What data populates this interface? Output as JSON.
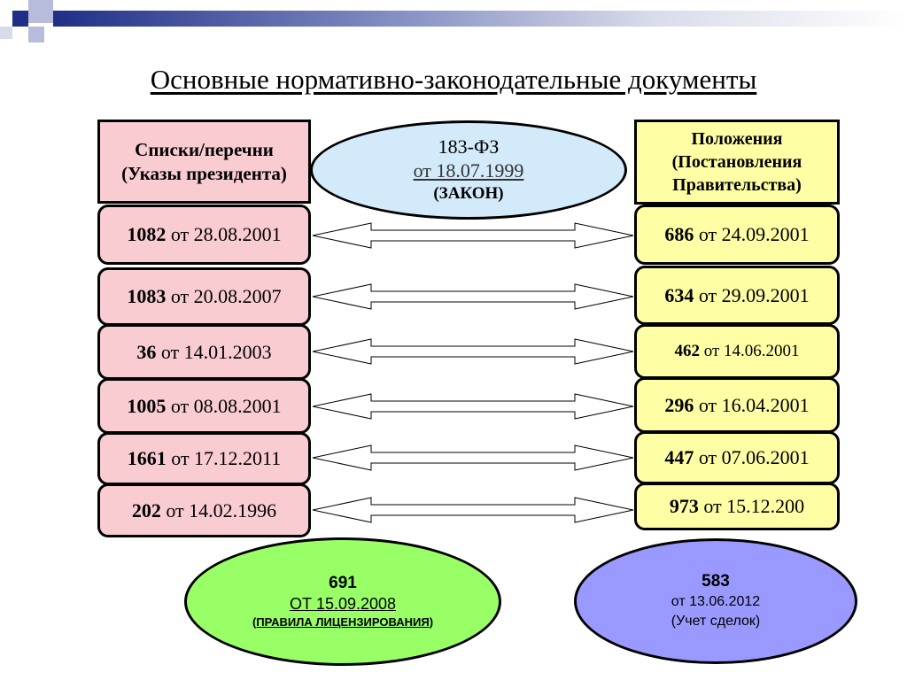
{
  "title": "Основные нормативно-законодательные документы",
  "left_header": {
    "line1": "Списки/перечни",
    "line2": "(Указы президента)"
  },
  "center_law": {
    "number": "183-ФЗ",
    "date": "от 18.07.1999",
    "note": "(ЗАКОН)"
  },
  "right_header": {
    "line1": "Положения",
    "line2": "(Постановления",
    "line3": "Правительства)"
  },
  "left_items": [
    {
      "number": "1082",
      "date": "от 28.08.2001"
    },
    {
      "number": "1083",
      "date": "от 20.08.2007"
    },
    {
      "number": "36",
      "date": "от 14.01.2003"
    },
    {
      "number": "1005",
      "date": "от 08.08.2001"
    },
    {
      "number": "1661",
      "date": "от 17.12.2011"
    },
    {
      "number": "202",
      "date": "от 14.02.1996"
    }
  ],
  "right_items": [
    {
      "number": "686",
      "date": "от 24.09.2001"
    },
    {
      "number": "634",
      "date": "от 29.09.2001"
    },
    {
      "number": "462",
      "date": "от 14.06.2001"
    },
    {
      "number": "296",
      "date": "от 16.04.2001"
    },
    {
      "number": "447",
      "date": "от 07.06.2001"
    },
    {
      "number": "973",
      "date": "от 15.12.200"
    }
  ],
  "bottom_left": {
    "number": "691",
    "date": "ОТ 15.09.2008",
    "note": "(ПРАВИЛА ЛИЦЕНЗИРОВАНИЯ)"
  },
  "bottom_right": {
    "number": "583",
    "date": "от 13.06.2012",
    "note": "(Учет сделок)"
  },
  "colors": {
    "pink_box": "#f9ccd2",
    "yellow_box": "#fefea5",
    "law_ellipse": "#d2eafa",
    "green_ellipse": "#99ff66",
    "blue_ellipse": "#9999ff",
    "deco_navy": "#1f2f86"
  }
}
